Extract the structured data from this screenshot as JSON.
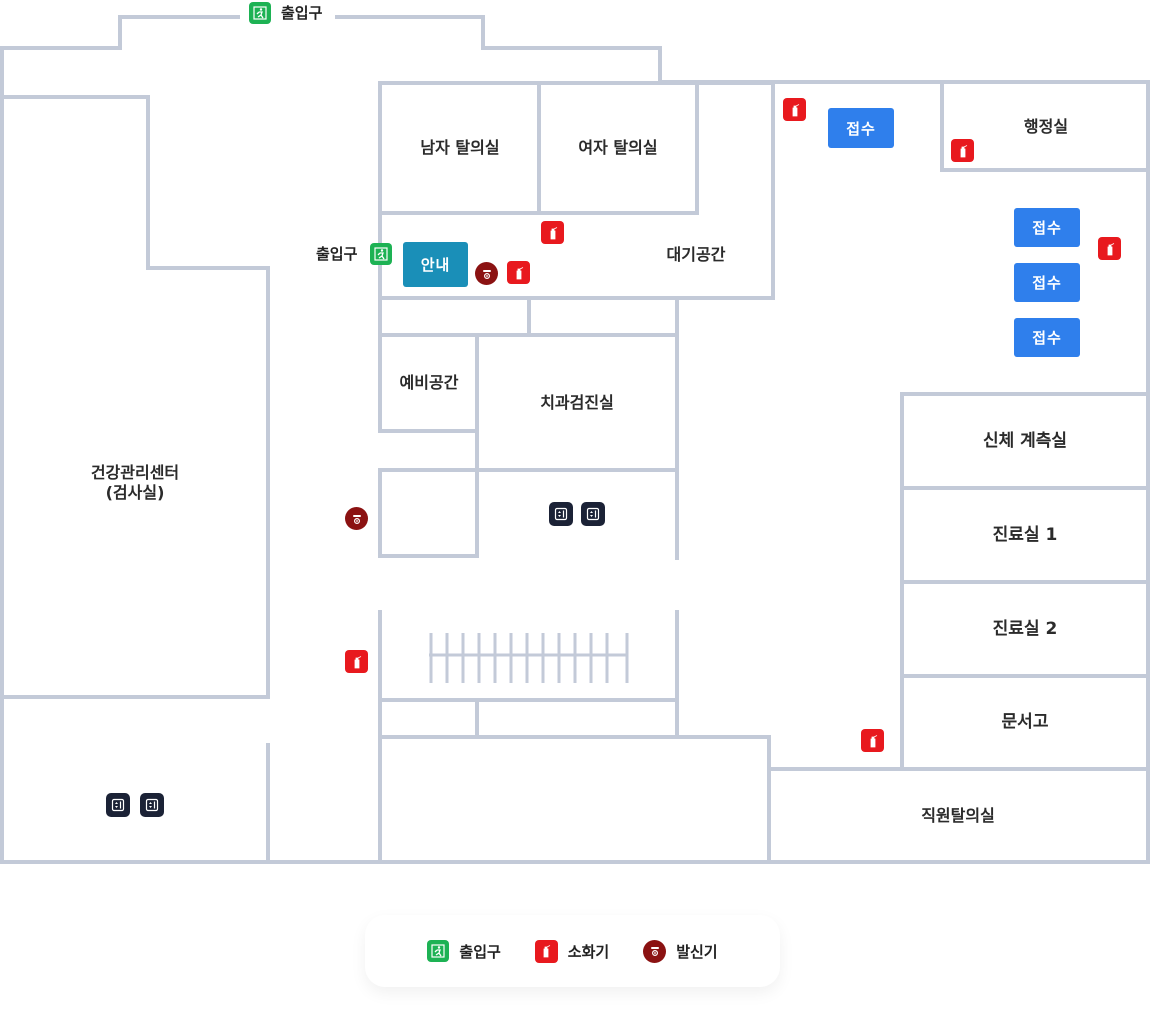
{
  "rooms": {
    "men_locker": "남자 탈의실",
    "women_locker": "여자 탈의실",
    "waiting": "대기공간",
    "spare": "예비공간",
    "dental": "치과검진실",
    "health_center": "건강관리센터\n(검사실)",
    "admin": "행정실",
    "body_measure": "신체 계측실",
    "clinic1": "진료실 1",
    "clinic2": "진료실 2",
    "archive": "문서고",
    "staff_locker": "직원탈의실"
  },
  "buttons": {
    "info": "안내",
    "reception_top": "접수",
    "reception_1": "접수",
    "reception_2": "접수",
    "reception_3": "접수"
  },
  "entrances": {
    "top": "출입구",
    "left": "출입구"
  },
  "legend": {
    "exit": "출입구",
    "extinguisher": "소화기",
    "alarm": "발신기"
  },
  "colors": {
    "wall": "#c3cad8",
    "reception_blue": "#2f7fec",
    "info_teal": "#1a8fb8",
    "exit_green": "#1db254",
    "extinguisher_red": "#e8191e",
    "alarm_darkred": "#8b1212",
    "elevator_navy": "#1b2236"
  },
  "icons": {
    "exit": "exit-icon",
    "extinguisher": "fire-extinguisher-icon",
    "alarm": "alarm-bell-icon",
    "elevator": "elevator-icon"
  }
}
